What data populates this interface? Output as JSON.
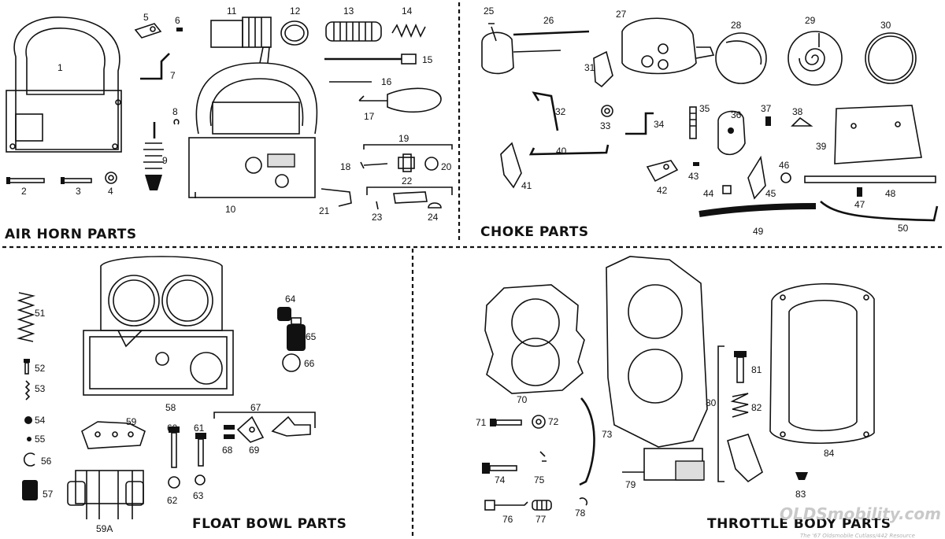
{
  "sections": {
    "air_horn": {
      "title": "AIR HORN PARTS"
    },
    "choke": {
      "title": "CHOKE PARTS"
    },
    "float_bowl": {
      "title": "FLOAT BOWL PARTS"
    },
    "throttle_body": {
      "title": "THROTTLE BODY PARTS"
    }
  },
  "part_numbers": [
    "1",
    "2",
    "3",
    "4",
    "5",
    "6",
    "7",
    "8",
    "9",
    "10",
    "11",
    "12",
    "13",
    "14",
    "15",
    "16",
    "17",
    "18",
    "19",
    "20",
    "21",
    "22",
    "23",
    "24",
    "25",
    "26",
    "27",
    "28",
    "29",
    "30",
    "31",
    "32",
    "33",
    "34",
    "35",
    "36",
    "37",
    "38",
    "39",
    "40",
    "41",
    "42",
    "43",
    "44",
    "45",
    "46",
    "47",
    "48",
    "49",
    "50",
    "51",
    "52",
    "53",
    "54",
    "55",
    "56",
    "57",
    "58",
    "59",
    "59A",
    "60",
    "61",
    "62",
    "63",
    "64",
    "65",
    "66",
    "67",
    "68",
    "69",
    "70",
    "71",
    "72",
    "73",
    "74",
    "75",
    "76",
    "77",
    "78",
    "79",
    "80",
    "81",
    "82",
    "83",
    "84"
  ],
  "watermark": {
    "brand": "OLDSmobility.com",
    "tagline": "The '67 Oldsmobile Cutlass/442 Resource"
  },
  "colors": {
    "ink": "#111111",
    "paper": "#ffffff",
    "watermark": "#c9c9c9"
  }
}
